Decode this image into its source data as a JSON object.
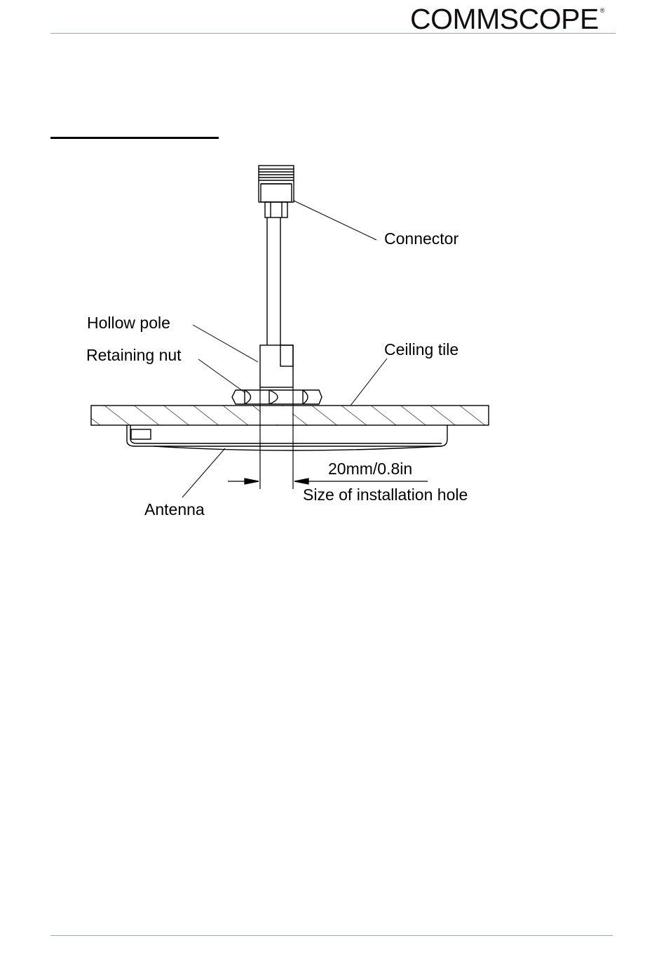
{
  "header": {
    "logo_text": "COMMSCOPE",
    "logo_mark": "®"
  },
  "diagram": {
    "labels": {
      "connector": "Connector",
      "hollow_pole": "Hollow pole",
      "retaining_nut": "Retaining nut",
      "ceiling_tile": "Ceiling tile",
      "antenna": "Antenna",
      "dimension": "20mm/0.8in",
      "hole_size": "Size of installation hole"
    }
  }
}
